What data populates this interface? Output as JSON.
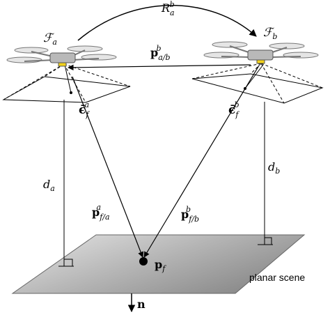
{
  "labels": {
    "rotation": {
      "main": "R",
      "sub": "a",
      "sup": "b"
    },
    "frame_a": {
      "main": "ℱ",
      "sub": "a"
    },
    "frame_b": {
      "main": "ℱ",
      "sub": "b"
    },
    "translation": {
      "main": "p",
      "sub": "a/b",
      "sup": "b"
    },
    "eps_a": {
      "main": "ϵ̄",
      "sub": "f",
      "sup": "a"
    },
    "eps_b": {
      "main": "ϵ̄",
      "sub": "f",
      "sup": "b"
    },
    "d_a": {
      "main": "d",
      "sub": "a"
    },
    "d_b": {
      "main": "d",
      "sub": "b"
    },
    "p_fa": {
      "main": "p",
      "sub": "f/a",
      "sup": "a"
    },
    "p_fb": {
      "main": "p",
      "sub": "f/b",
      "sup": "b"
    },
    "p_f": {
      "main": "p",
      "sub": "f"
    },
    "normal": {
      "main": "n"
    },
    "scene": "planar scene"
  },
  "colors": {
    "plane_light": "#e6e6e6",
    "plane_dark": "#8c8c8c",
    "drone_body": "#b9b9b9",
    "camera": "#f2d21c"
  }
}
